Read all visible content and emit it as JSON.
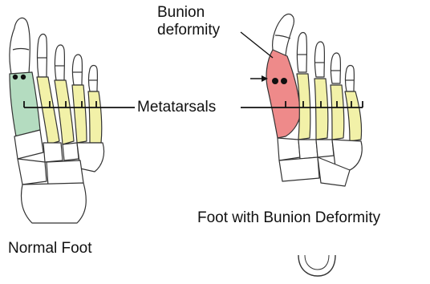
{
  "labels": {
    "bunion_line1": "Bunion",
    "bunion_line2": "deformity",
    "metatarsals": "Metatarsals",
    "normal_foot": "Normal Foot",
    "bunion_foot": "Foot with Bunion Deformity"
  },
  "colors": {
    "metatarsal_fill": "#f2f1a8",
    "first_metatarsal_normal": "#b4dcc0",
    "first_metatarsal_bunion": "#ee8a8a",
    "bone_outline": "#333333",
    "joint_dot": "#111111",
    "leader_line": "#111111"
  }
}
